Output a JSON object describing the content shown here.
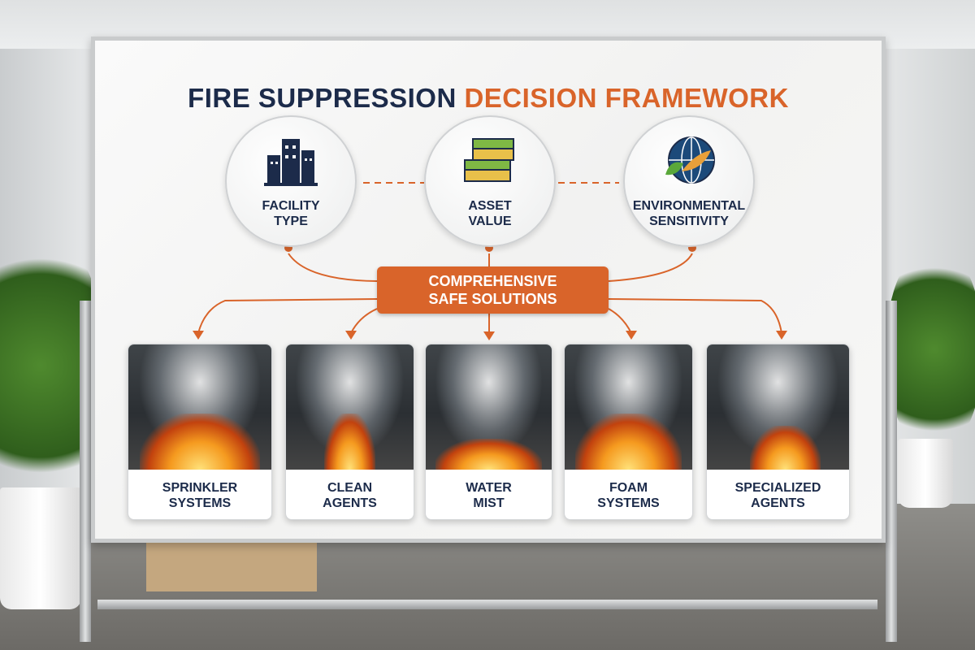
{
  "title": {
    "part1": "FIRE SUPPRESSION",
    "part2": "DECISION FRAMEWORK"
  },
  "factors": [
    {
      "line1": "FACILITY",
      "line2": "TYPE",
      "icon": "buildings-icon"
    },
    {
      "line1": "ASSET",
      "line2": "VALUE",
      "icon": "money-stack-icon"
    },
    {
      "line1": "ENVIRONMENTAL",
      "line2": "SENSITIVITY",
      "icon": "globe-leaf-icon"
    }
  ],
  "center": {
    "line1": "COMPREHENSIVE",
    "line2": "SAFE SOLUTIONS"
  },
  "solutions": [
    {
      "line1": "SPRINKLER",
      "line2": "SYSTEMS"
    },
    {
      "line1": "CLEAN",
      "line2": "AGENTS"
    },
    {
      "line1": "WATER",
      "line2": "MIST"
    },
    {
      "line1": "FOAM",
      "line2": "SYSTEMS"
    },
    {
      "line1": "SPECIALIZED",
      "line2": "AGENTS"
    }
  ],
  "colors": {
    "navy": "#1c2b4a",
    "orange": "#d9642a"
  }
}
